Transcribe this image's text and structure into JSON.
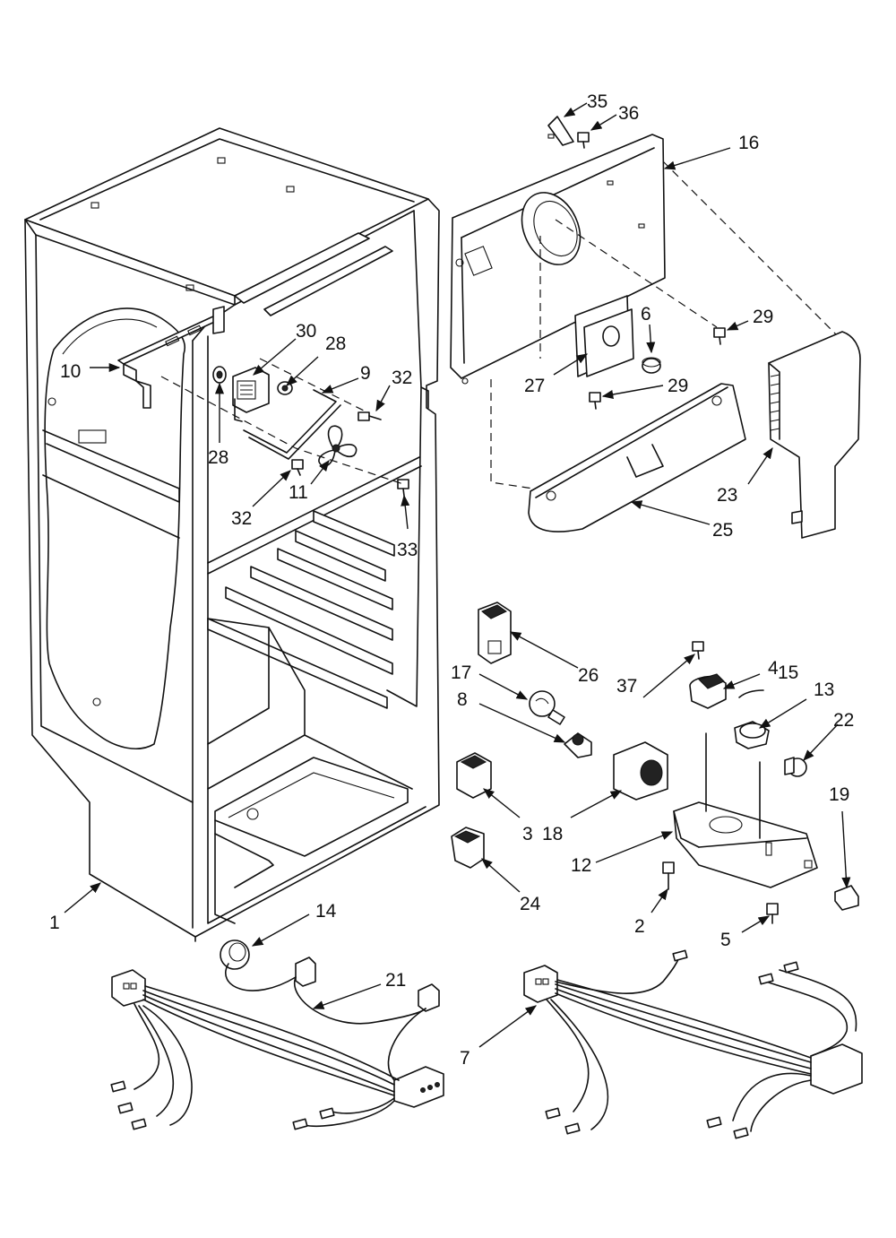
{
  "diagram": {
    "callouts": [
      {
        "id": "c35",
        "text": "35"
      },
      {
        "id": "c36",
        "text": "36"
      },
      {
        "id": "c16",
        "text": "16"
      },
      {
        "id": "c6",
        "text": "6"
      },
      {
        "id": "c29a",
        "text": "29"
      },
      {
        "id": "c29b",
        "text": "29"
      },
      {
        "id": "c27",
        "text": "27"
      },
      {
        "id": "c23",
        "text": "23"
      },
      {
        "id": "c25",
        "text": "25"
      },
      {
        "id": "c30",
        "text": "30"
      },
      {
        "id": "c28a",
        "text": "28"
      },
      {
        "id": "c28b",
        "text": "28"
      },
      {
        "id": "c9",
        "text": "9"
      },
      {
        "id": "c32a",
        "text": "32"
      },
      {
        "id": "c32b",
        "text": "32"
      },
      {
        "id": "c10",
        "text": "10"
      },
      {
        "id": "c11",
        "text": "11"
      },
      {
        "id": "c33",
        "text": "33"
      },
      {
        "id": "c26",
        "text": "26"
      },
      {
        "id": "c17",
        "text": "17"
      },
      {
        "id": "c8",
        "text": "8"
      },
      {
        "id": "c4",
        "text": "4"
      },
      {
        "id": "c15",
        "text": "15"
      },
      {
        "id": "c13",
        "text": "13"
      },
      {
        "id": "c37",
        "text": "37"
      },
      {
        "id": "c22",
        "text": "22"
      },
      {
        "id": "c3",
        "text": "3"
      },
      {
        "id": "c18",
        "text": "18"
      },
      {
        "id": "c12",
        "text": "12"
      },
      {
        "id": "c19",
        "text": "19"
      },
      {
        "id": "c24",
        "text": "24"
      },
      {
        "id": "c2",
        "text": "2"
      },
      {
        "id": "c5",
        "text": "5"
      },
      {
        "id": "c1",
        "text": "1"
      },
      {
        "id": "c14",
        "text": "14"
      },
      {
        "id": "c21",
        "text": "21"
      },
      {
        "id": "c7",
        "text": "7"
      }
    ]
  }
}
